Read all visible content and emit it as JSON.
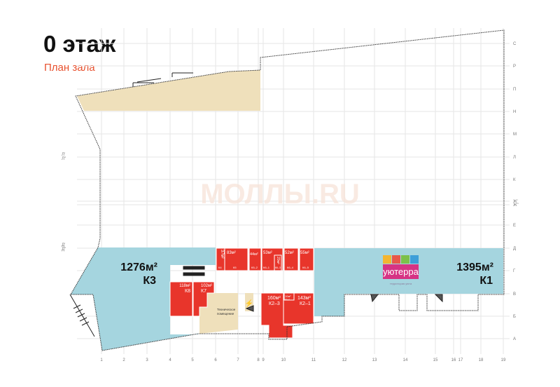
{
  "header": {
    "title": "0 этаж",
    "subtitle": "План зала"
  },
  "watermark": "МОЛЛЫ.RU",
  "grid": {
    "columns": [
      "1",
      "2",
      "3",
      "4",
      "5",
      "6",
      "7",
      "8",
      "9",
      "10",
      "11",
      "12",
      "13",
      "14",
      "15",
      "16",
      "17",
      "18",
      "19"
    ],
    "rows": [
      "С",
      "Р",
      "П",
      "Н",
      "М",
      "Л",
      "К",
      "Ж'",
      "Ж\"",
      "Е",
      "Д",
      "Г",
      "В",
      "Б",
      "А"
    ],
    "left_rows": [
      "Л'",
      "Л\"",
      "Д'",
      "Д\""
    ]
  },
  "zones": {
    "k3": {
      "area": "1276м²",
      "code": "К3"
    },
    "k1": {
      "area": "1395м²",
      "code": "К1"
    },
    "k8": {
      "area": "118м²",
      "code": "К8"
    },
    "k7": {
      "area": "102м²",
      "code": "К7"
    },
    "k4": {
      "area": "37м²",
      "code": "К4"
    },
    "k5": {
      "area": "83м²",
      "code": "К5"
    },
    "k5_2": {
      "area": "44м²",
      "code": "К5–2"
    },
    "k6_1": {
      "area": "53м²",
      "code": "К6–1"
    },
    "k6_3": {
      "area": "20м²",
      "code": "К6–3"
    },
    "k6_4": {
      "area": "52м²",
      "code": "К6–4"
    },
    "k6_5": {
      "area": "55м²",
      "code": "К6–5"
    },
    "k2_3": {
      "area": "160м²",
      "code": "К2–3"
    },
    "k2_2": {
      "area": "10м²",
      "code": "К2–2"
    },
    "k2_1": {
      "area": "143м²",
      "code": "К2–1"
    },
    "tech": {
      "line1": "Техническое",
      "line2": "помещение"
    }
  },
  "tenant": {
    "name": "уютерра",
    "tagline": "территория уюта"
  },
  "colors": {
    "blue": "#a5d5df",
    "red": "#e8352b",
    "beige": "#efe0bb",
    "accent": "#e8502e",
    "brand": "#d63384"
  }
}
